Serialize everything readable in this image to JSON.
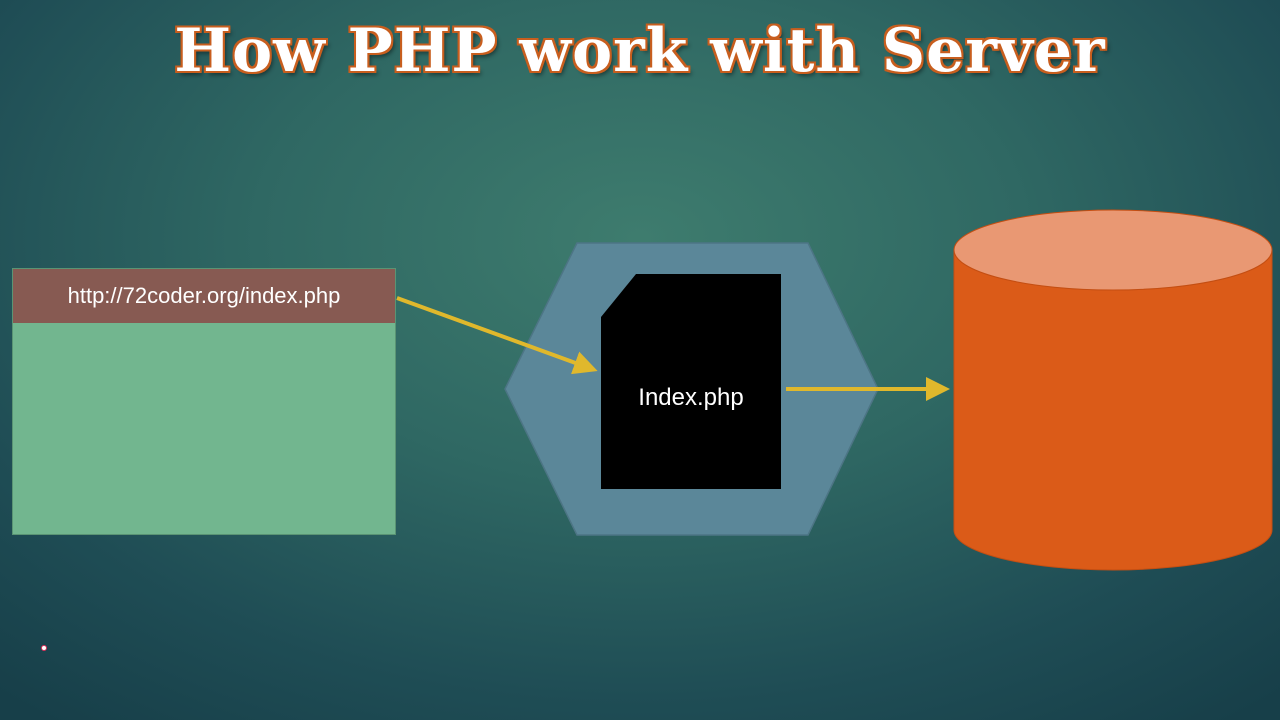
{
  "title": "How PHP work with Server",
  "browser": {
    "url": "http://72coder.org/index.php"
  },
  "server": {
    "file_name": "Index.php"
  },
  "colors": {
    "title_outline": "#c85e1e",
    "browser_body": "#72b68f",
    "address_bar": "#875a52",
    "server_hexagon": "#5b8799",
    "php_file": "#000000",
    "database_body": "#db5b18",
    "database_top": "#e99873",
    "arrow": "#e0b82c"
  }
}
